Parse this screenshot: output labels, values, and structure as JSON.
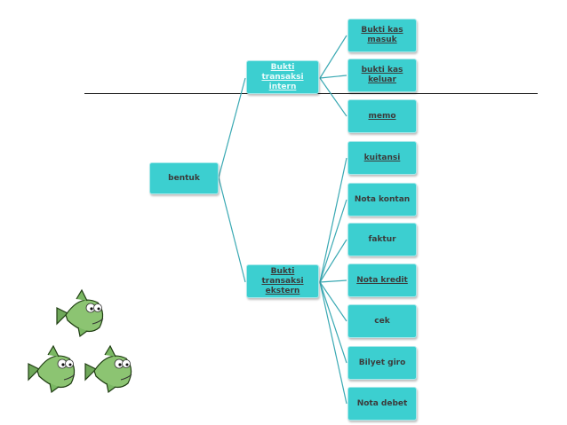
{
  "diagram": {
    "root": "bentuk",
    "branches": [
      {
        "label": "Bukti transaksi intern",
        "children": [
          "Bukti kas masuk",
          "bukti kas keluar",
          "memo"
        ]
      },
      {
        "label": "Bukti transaksi ekstern",
        "children": [
          "kuitansi",
          "Nota kontan",
          "faktur",
          "Nota kredit",
          "cek",
          "Bilyet giro",
          "Nota debet"
        ]
      }
    ]
  },
  "colors": {
    "node_fill": "#3ccfd0",
    "connector": "#3aa9b3"
  },
  "decorations": [
    "fish-icon",
    "fish-icon",
    "fish-icon"
  ]
}
